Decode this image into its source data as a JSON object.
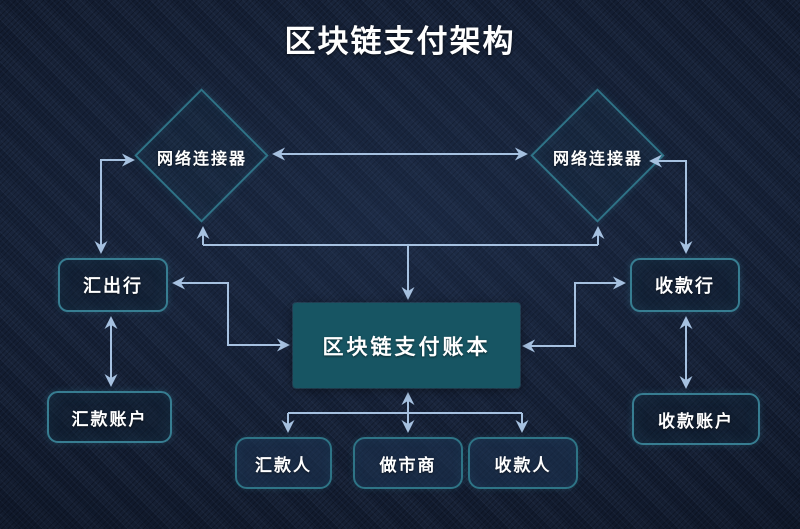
{
  "title": "区块链支付架构",
  "nodes": {
    "connector_left": "网络连接器",
    "connector_right": "网络连接器",
    "sending_bank": "汇出行",
    "receiving_bank": "收款行",
    "ledger": "区块链支付账本",
    "sender_account": "汇款账户",
    "receiver_account": "收款账户",
    "remitter": "汇款人",
    "market_maker": "做市商",
    "payee": "收款人"
  },
  "colors": {
    "background": "#131d31",
    "node_border": "#377d91",
    "ledger_fill": "#175563",
    "arrow": "#a6c1e0",
    "text": "#ffffff"
  }
}
